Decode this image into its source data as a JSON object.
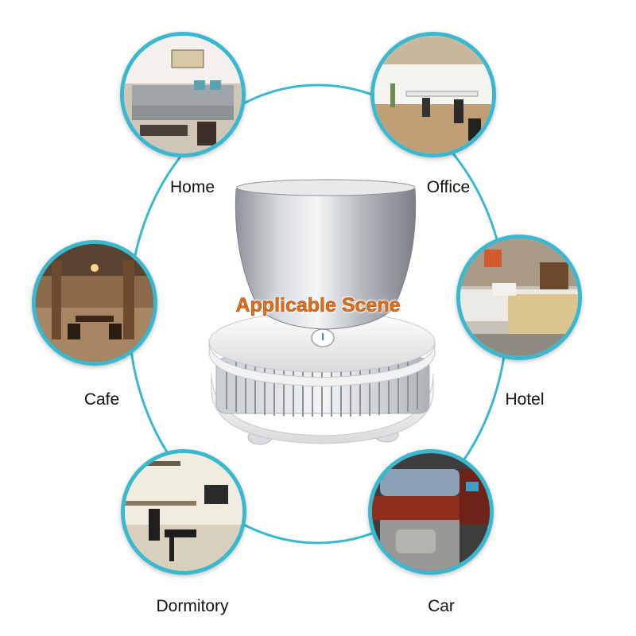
{
  "headline": "Applicable Scene",
  "accent_color": "#39b8cf",
  "headline_color": "#d9711f",
  "product": {
    "name_icon": "cup-cooler-device",
    "button_icon": "power-button-icon"
  },
  "scenes": [
    {
      "label": "Home",
      "icon": "living-room-photo"
    },
    {
      "label": "Office",
      "icon": "office-photo"
    },
    {
      "label": "Cafe",
      "icon": "cafe-photo"
    },
    {
      "label": "Hotel",
      "icon": "hotel-room-photo"
    },
    {
      "label": "Dormitory",
      "icon": "dormitory-photo"
    },
    {
      "label": "Car",
      "icon": "car-interior-photo"
    }
  ]
}
